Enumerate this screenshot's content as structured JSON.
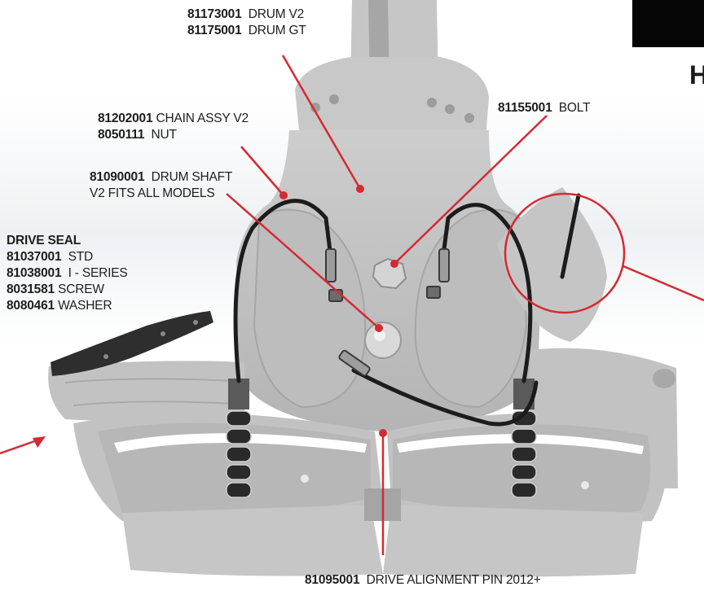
{
  "heading": {
    "partial_letter": "H"
  },
  "colors": {
    "leader": "#d42a32",
    "part_gray": "#c3c3c3",
    "part_shadow": "#9a9a9a",
    "hose": "#1c1c1c",
    "background": "#ffffff"
  },
  "callouts": {
    "drum": {
      "lines": [
        {
          "part": "81173001",
          "desc": "DRUM V2"
        },
        {
          "part": "81175001",
          "desc": "DRUM GT"
        }
      ]
    },
    "chain": {
      "lines": [
        {
          "part": "81202001",
          "desc": "CHAIN ASSY V2"
        },
        {
          "part": "8050111",
          "desc": "NUT"
        }
      ]
    },
    "bolt": {
      "lines": [
        {
          "part": "81155001",
          "desc": "BOLT"
        }
      ]
    },
    "shaft": {
      "lines": [
        {
          "part": "81090001",
          "desc": "DRUM SHAFT"
        },
        {
          "part": "",
          "desc": "V2 FITS ALL MODELS"
        }
      ]
    },
    "seal": {
      "title": "DRIVE SEAL",
      "lines": [
        {
          "part": "81037001",
          "desc": "STD"
        },
        {
          "part": "81038001",
          "desc": "I - SERIES"
        },
        {
          "part": "8031581",
          "desc": "SCREW"
        },
        {
          "part": "8080461",
          "desc": "WASHER"
        }
      ]
    },
    "pin": {
      "lines": [
        {
          "part": "81095001",
          "desc": "DRIVE ALIGNMENT PIN 2012+"
        }
      ]
    }
  }
}
